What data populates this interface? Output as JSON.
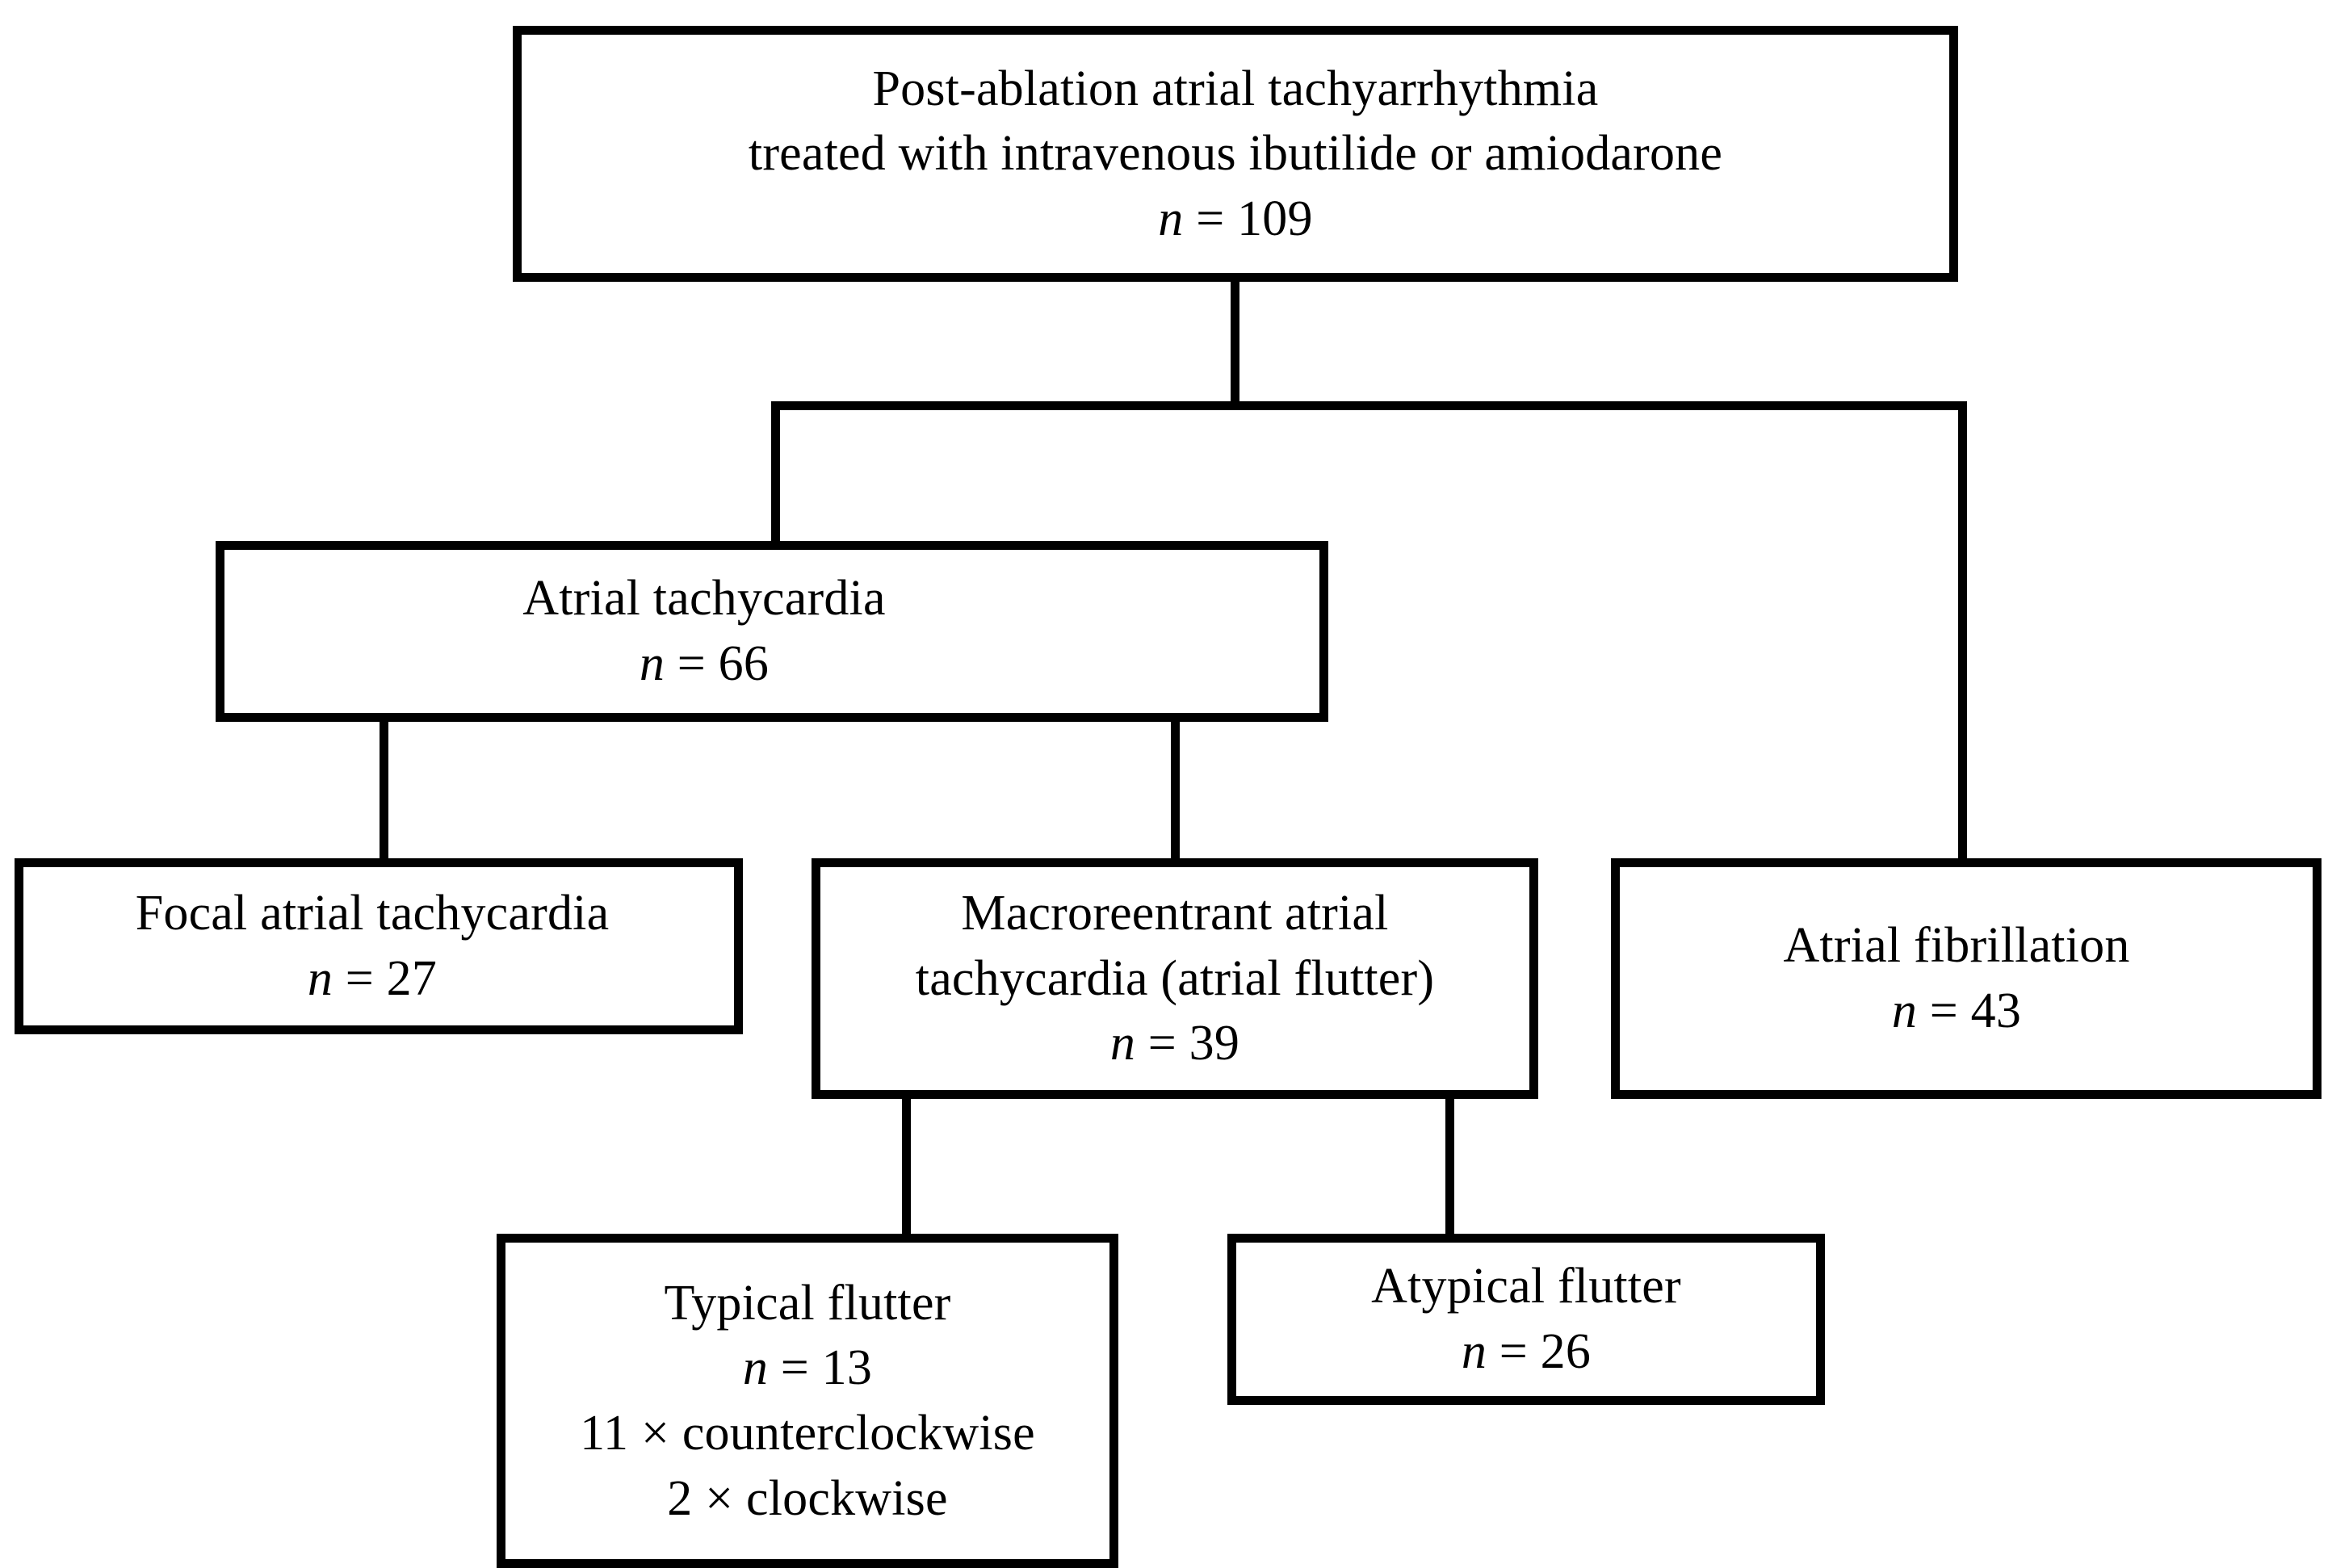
{
  "diagram": {
    "title": "Post-ablation atrial tachyarrhythmia classification flowchart",
    "type": "flowchart",
    "orientation": "top-down",
    "style": {
      "background": "#ffffff",
      "box_border_color": "#000000",
      "text_color": "#000000",
      "connector_color": "#000000"
    },
    "nodes": [
      {
        "id": "root",
        "lines": [
          "Post-ablation atrial tachyarrhythmia",
          "treated with intravenous ibutilide or amiodarone"
        ],
        "n_symbol": "n",
        "n_equals": " = ",
        "n_value": "109"
      },
      {
        "id": "atrial-tachycardia",
        "lines": [
          "Atrial tachycardia"
        ],
        "n_symbol": "n",
        "n_equals": " = ",
        "n_value": "66"
      },
      {
        "id": "focal-atrial-tachycardia",
        "lines": [
          "Focal atrial tachycardia"
        ],
        "n_symbol": "n",
        "n_equals": " = ",
        "n_value": "27"
      },
      {
        "id": "macroreentrant-atrial-tachycardia",
        "lines": [
          "Macroreentrant atrial",
          "tachycardia (atrial flutter)"
        ],
        "n_symbol": "n",
        "n_equals": " = ",
        "n_value": "39"
      },
      {
        "id": "atrial-fibrillation",
        "lines": [
          "Atrial fibrillation"
        ],
        "n_symbol": "n",
        "n_equals": " = ",
        "n_value": "43"
      },
      {
        "id": "typical-flutter",
        "lines": [
          "Typical flutter"
        ],
        "n_symbol": "n",
        "n_equals": " = ",
        "n_value": "13",
        "extra_lines": [
          "11 × counterclockwise",
          "2 × clockwise"
        ]
      },
      {
        "id": "atypical-flutter",
        "lines": [
          "Atypical flutter"
        ],
        "n_symbol": "n",
        "n_equals": " = ",
        "n_value": "26"
      }
    ],
    "edges": [
      {
        "from": "root",
        "to": "atrial-tachycardia"
      },
      {
        "from": "root",
        "to": "atrial-fibrillation"
      },
      {
        "from": "atrial-tachycardia",
        "to": "focal-atrial-tachycardia"
      },
      {
        "from": "atrial-tachycardia",
        "to": "macroreentrant-atrial-tachycardia"
      },
      {
        "from": "macroreentrant-atrial-tachycardia",
        "to": "typical-flutter"
      },
      {
        "from": "macroreentrant-atrial-tachycardia",
        "to": "atypical-flutter"
      }
    ]
  },
  "root": {
    "line1": "Post-ablation atrial tachyarrhythmia",
    "line2": "treated with intravenous ibutilide or amiodarone",
    "n_symbol": "n",
    "n_rest": " = 109"
  },
  "atrial_tachycardia": {
    "line1": "Atrial tachycardia",
    "n_symbol": "n",
    "n_rest": " = 66"
  },
  "focal": {
    "line1": "Focal atrial tachycardia",
    "n_symbol": "n",
    "n_rest": " = 27"
  },
  "macro": {
    "line1": "Macroreentrant atrial",
    "line2": "tachycardia (atrial flutter)",
    "n_symbol": "n",
    "n_rest": " = 39"
  },
  "atrial_fibrillation": {
    "line1": "Atrial fibrillation",
    "n_symbol": "n",
    "n_rest": " = 43"
  },
  "typical_flutter": {
    "line1": "Typical flutter",
    "n_symbol": "n",
    "n_rest": " = 13",
    "line3": "11 × counterclockwise",
    "line4": "2 × clockwise"
  },
  "atypical_flutter": {
    "line1": "Atypical flutter",
    "n_symbol": "n",
    "n_rest": " = 26"
  }
}
